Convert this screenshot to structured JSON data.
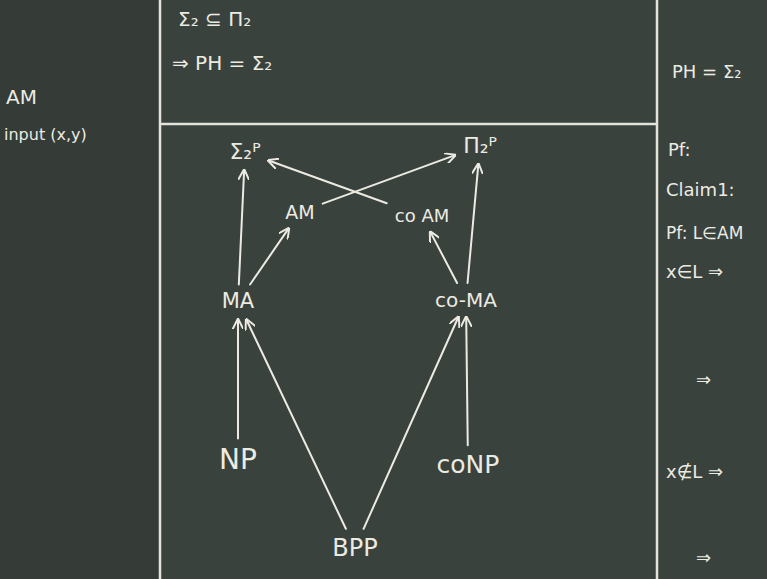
{
  "diagram": {
    "nodes": [
      {
        "text": [
          "Σ₂ᴾ"
        ]
      },
      {
        "text": [
          "Π₂ᴾ"
        ]
      },
      {
        "text": [
          "AM"
        ]
      },
      {
        "text": [
          "co AM"
        ]
      },
      {
        "text": [
          "MA"
        ]
      },
      {
        "text": [
          "co-MA"
        ]
      },
      {
        "text": [
          "NP"
        ]
      },
      {
        "text": [
          "coNP"
        ]
      },
      {
        "text": [
          "BPP"
        ]
      }
    ],
    "edges": [
      {
        "from": 4,
        "to": 0,
        "arrow": "to"
      },
      {
        "from": 6,
        "to": 4,
        "arrow": "to"
      },
      {
        "from": 4,
        "to": 2,
        "arrow": "to"
      },
      {
        "from": 2,
        "to": 1,
        "arrow": "to"
      },
      {
        "from": 3,
        "to": 0,
        "arrow": "to"
      },
      {
        "from": 5,
        "to": 3,
        "arrow": "to"
      },
      {
        "from": 5,
        "to": 1,
        "arrow": "to"
      },
      {
        "from": 7,
        "to": 5,
        "arrow": "to"
      },
      {
        "from": 8,
        "to": 4,
        "arrow": "to"
      },
      {
        "from": 8,
        "to": 5,
        "arrow": "to"
      }
    ],
    "labels": [
      "Σ₂ ⊆ Π₂",
      "⇒ PH = Σ₂",
      "AM",
      "input (x,y)",
      "PH = Σ₂",
      "Pf:",
      "Claim1:",
      "Pf: L∈AM",
      "x∈L ⇒",
      "⇒",
      "x∉L ⇒",
      "⇒"
    ]
  }
}
